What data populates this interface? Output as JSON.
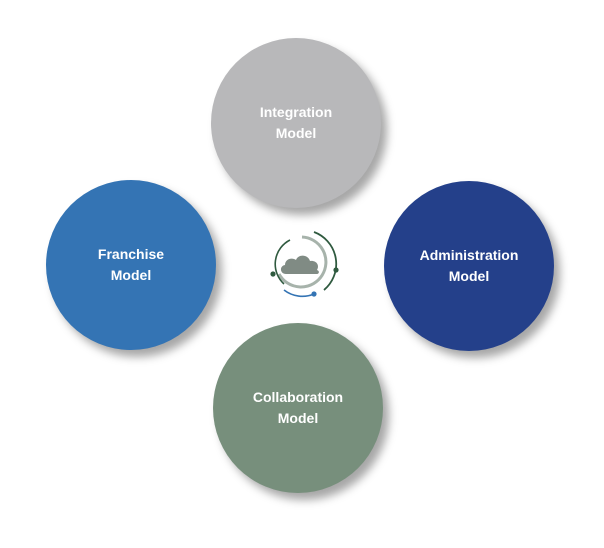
{
  "nodes": [
    {
      "id": "integration",
      "line1": "Integration",
      "line2": "Model",
      "color": "#b8b8ba"
    },
    {
      "id": "franchise",
      "line1": "Franchise",
      "line2": "Model",
      "color": "#3474b4"
    },
    {
      "id": "administration",
      "line1": "Administration",
      "line2": "Model",
      "color": "#24408a"
    },
    {
      "id": "collaboration",
      "line1": "Collaboration",
      "line2": "Model",
      "color": "#778f7c"
    }
  ],
  "center_icon": {
    "name": "cloud-icon",
    "cloud_color": "#808b84",
    "arc_dark": "#2f5a3f",
    "arc_mid": "#a7b3ab",
    "arc_blue": "#3474b4"
  }
}
